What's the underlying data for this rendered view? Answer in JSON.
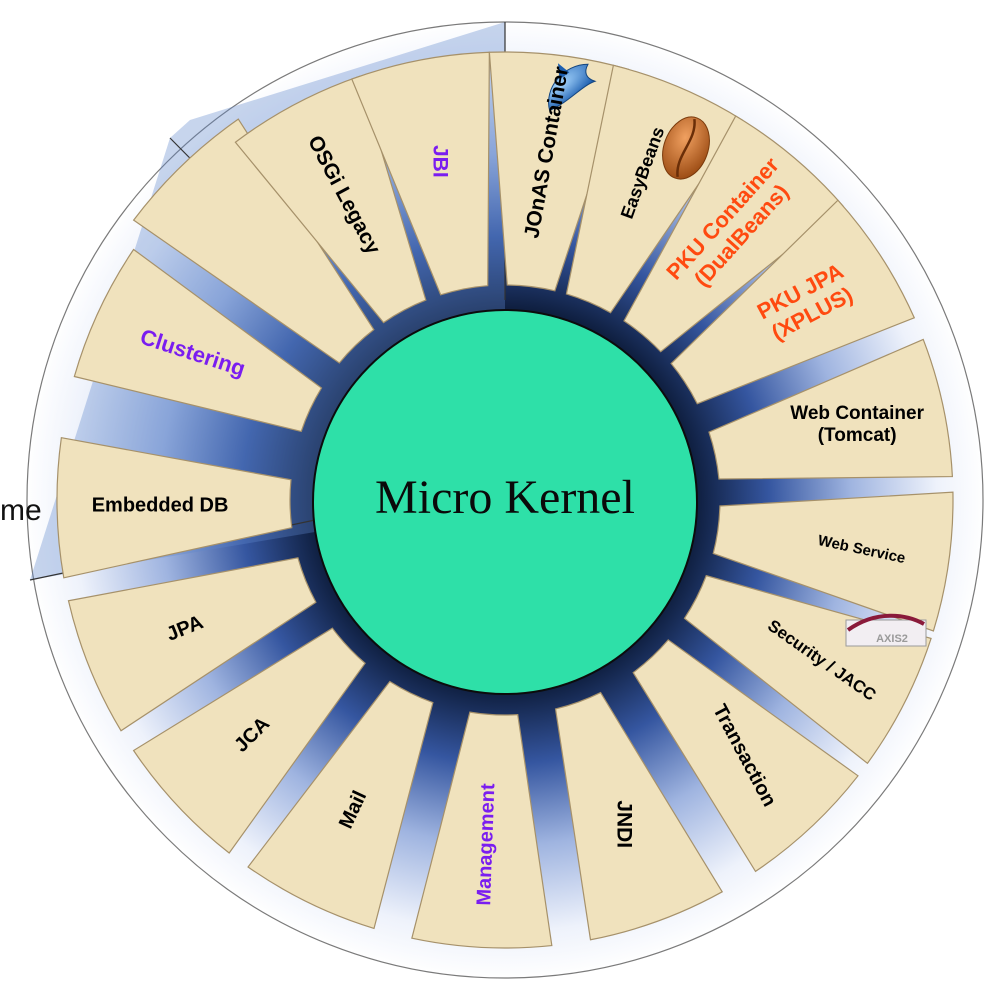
{
  "kernel": {
    "label": "Micro Kernel"
  },
  "stray_text": "me",
  "axis2_logo_text": "AXIS2",
  "colors": {
    "kernel_fill": "#2ee0a8",
    "petal_fill": "#f0e2bd",
    "petal_stroke": "#a6916a",
    "ring_dark": "#0f1f40",
    "ring_light": "#cfdaf0",
    "highlight_region": "#6f95d6",
    "text_default": "#000000",
    "text_purple": "#7a1df0",
    "text_orange": "#ff4a10"
  },
  "modules": [
    {
      "id": "blank",
      "lines": [],
      "color": "default"
    },
    {
      "id": "osgi-legacy",
      "lines": [
        "OSGi Legacy"
      ],
      "color": "default"
    },
    {
      "id": "jbi",
      "lines": [
        "JBI"
      ],
      "color": "purple"
    },
    {
      "id": "jonas-container",
      "lines": [
        "JOnAS Container"
      ],
      "color": "default"
    },
    {
      "id": "easybeans",
      "lines": [
        "EasyBeans"
      ],
      "color": "default"
    },
    {
      "id": "pku-container",
      "lines": [
        "PKU Container",
        "(DualBeans)"
      ],
      "color": "orange"
    },
    {
      "id": "pku-jpa",
      "lines": [
        "PKU JPA",
        "(XPLUS)"
      ],
      "color": "orange"
    },
    {
      "id": "web-container",
      "lines": [
        "Web Container",
        "(Tomcat)"
      ],
      "color": "default"
    },
    {
      "id": "web-service",
      "lines": [
        "Web Service"
      ],
      "color": "default"
    },
    {
      "id": "security-jacc",
      "lines": [
        "Security / JACC"
      ],
      "color": "default"
    },
    {
      "id": "transaction",
      "lines": [
        "Transaction"
      ],
      "color": "default"
    },
    {
      "id": "jndi",
      "lines": [
        "JNDI"
      ],
      "color": "default"
    },
    {
      "id": "management",
      "lines": [
        "Management"
      ],
      "color": "purple"
    },
    {
      "id": "mail",
      "lines": [
        "Mail"
      ],
      "color": "default"
    },
    {
      "id": "jca",
      "lines": [
        "JCA"
      ],
      "color": "default"
    },
    {
      "id": "jpa",
      "lines": [
        "JPA"
      ],
      "color": "default"
    },
    {
      "id": "embedded-db",
      "lines": [
        "Embedded DB"
      ],
      "color": "default"
    },
    {
      "id": "clustering",
      "lines": [
        "Clustering"
      ],
      "color": "purple"
    }
  ]
}
